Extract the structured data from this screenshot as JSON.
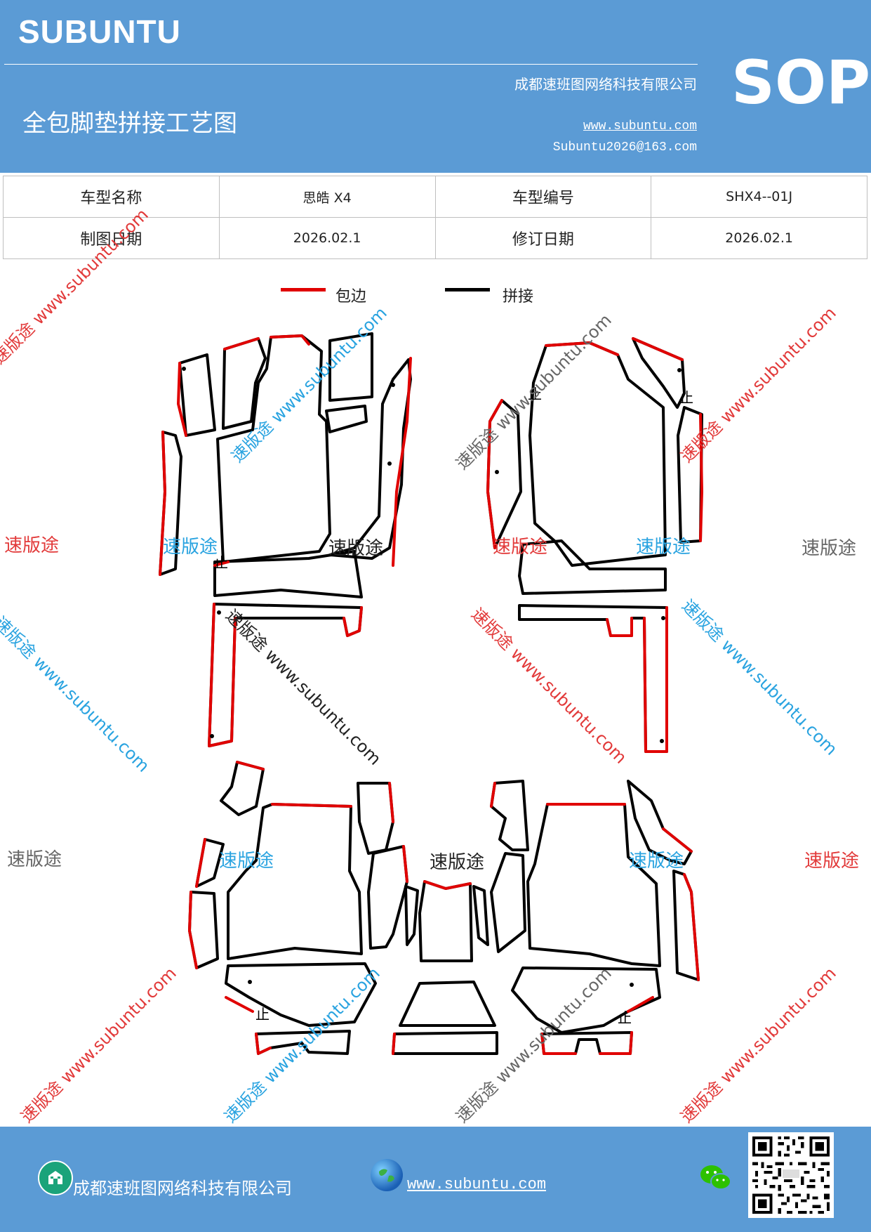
{
  "header": {
    "brand": "SUBUNTU",
    "company": "成都速班图网络科技有限公司",
    "title": "全包脚垫拼接工艺图",
    "website": "www.subuntu.com",
    "email": "Subuntu2026@163.com",
    "sop": "SOP"
  },
  "info_table": {
    "model_name_label": "车型名称",
    "model_name": "思皓 X4",
    "model_code_label": "车型编号",
    "model_code": "SHX4--01J",
    "draw_date_label": "制图日期",
    "draw_date": "2026.02.1",
    "revise_date_label": "修订日期",
    "revise_date": "2026.02.1"
  },
  "legend": {
    "red_label": "包边",
    "black_label": "拼接",
    "red_color": "#e00000",
    "black_color": "#000000"
  },
  "watermarks": {
    "short": "速版途",
    "long": "速版途 www.subuntu.com",
    "colors": {
      "red": "#e23a3a",
      "blue": "#29a3e0",
      "gray": "#666666",
      "black": "#222222"
    }
  },
  "diagram": {
    "mark_symbol": "止"
  },
  "footer": {
    "company": "成都速班图网络科技有限公司",
    "website": "www.subuntu.com"
  },
  "icons": [
    "building-icon",
    "globe-icon",
    "wechat-icon",
    "qr-code"
  ]
}
